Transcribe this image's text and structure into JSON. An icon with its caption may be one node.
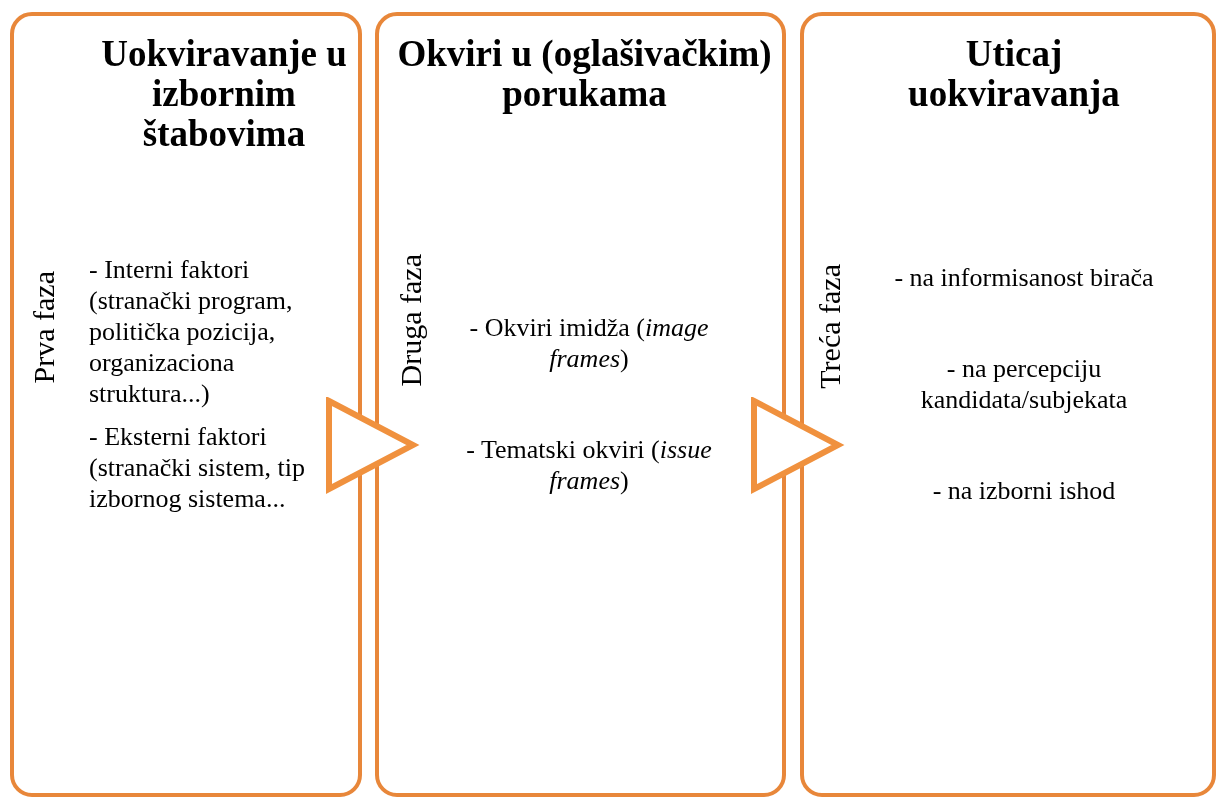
{
  "diagram": {
    "nodes": [
      {
        "text": [
          "Uokviravanje u izbornim štabovima",
          "Prva faza",
          "- Interni faktori (stranački program, politička pozicija, organizaciona struktura...)",
          "- Eksterni faktori (stranački sistem, tip izbornog sistema..."
        ]
      },
      {
        "text": [
          "Okviri u (oglašivačkim) porukama",
          "Druga faza",
          "- Okviri imidža (*image frames*)",
          "- Tematski okviri (*issue frames*)"
        ]
      },
      {
        "text": [
          "Uticaj uokviravanja",
          "Treća faza",
          "- na informisanost birača",
          "- na percepciju kandidata/subjekata",
          "- na izborni ishod"
        ]
      }
    ],
    "edges": [
      {
        "from": 0,
        "to": 1,
        "arrow": "to"
      },
      {
        "from": 1,
        "to": 2,
        "arrow": "to"
      }
    ]
  }
}
